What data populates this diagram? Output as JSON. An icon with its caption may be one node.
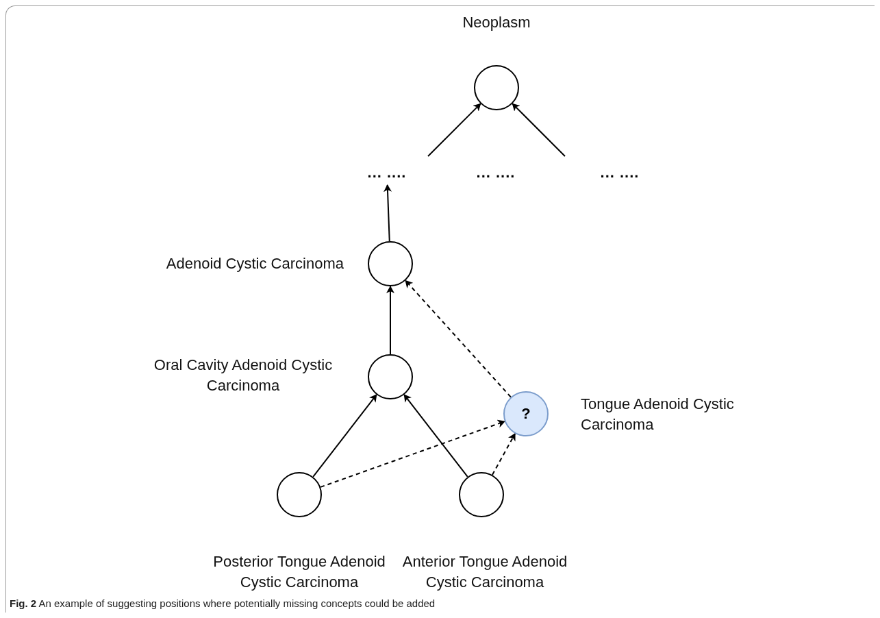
{
  "diagram": {
    "caption": "**Fig. 2** An example of suggesting positions where potentially missing concepts could be added",
    "nodes": [
      {
        "text": [],
        "shape": "circle",
        "beside": [
          "Neoplasm"
        ]
      },
      {
        "text": [
          "... ...."
        ]
      },
      {
        "text": [
          "... ...."
        ]
      },
      {
        "text": [
          "... ...."
        ]
      },
      {
        "text": [],
        "shape": "circle",
        "beside": [
          "Adenoid Cystic Carcinoma"
        ]
      },
      {
        "text": [],
        "shape": "circle",
        "beside": [
          "Oral Cavity Adenoid Cystic Carcinoma"
        ]
      },
      {
        "text": [
          "?"
        ],
        "beside": [
          "Tongue Adenoid Cystic Carcinoma"
        ]
      },
      {
        "text": [],
        "shape": "circle",
        "beside": [
          "Posterior Tongue Adenoid Cystic Carcinoma"
        ]
      },
      {
        "text": [],
        "shape": "circle",
        "beside": [
          "Anterior Tongue Adenoid Cystic Carcinoma"
        ]
      }
    ],
    "edges": [
      {
        "from": null,
        "to": 0,
        "arrow": "to"
      },
      {
        "from": null,
        "to": 0,
        "arrow": "to"
      },
      {
        "from": 4,
        "to": 1,
        "arrow": "to"
      },
      {
        "from": 5,
        "to": 4,
        "arrow": "to"
      },
      {
        "from": 6,
        "to": 4,
        "arrow": "to",
        "style": "dashed"
      },
      {
        "from": 7,
        "to": 5,
        "arrow": "to"
      },
      {
        "from": 8,
        "to": 5,
        "arrow": "to"
      },
      {
        "from": 7,
        "to": 6,
        "arrow": "to",
        "style": "dashed"
      },
      {
        "from": 8,
        "to": 6,
        "arrow": "to",
        "style": "dashed"
      }
    ]
  }
}
